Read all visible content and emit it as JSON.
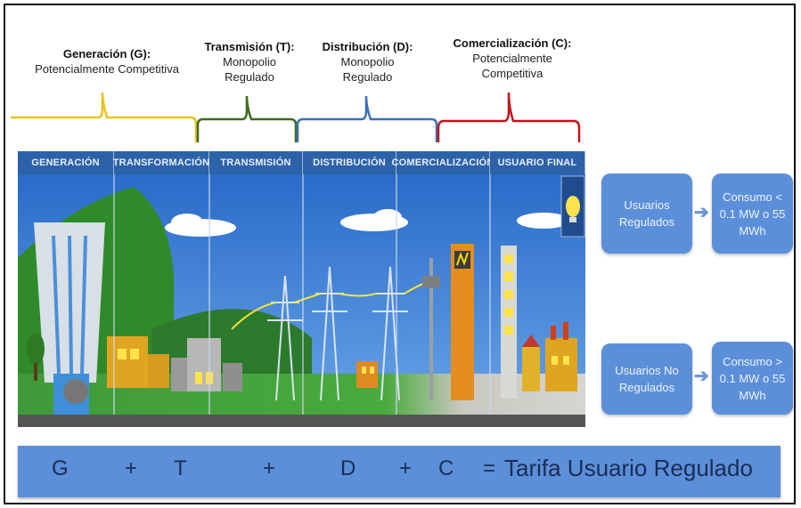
{
  "segments": [
    {
      "title": "Generación (G):",
      "subtitle": "Potencialmente Competitiva",
      "color": "#e8c31c"
    },
    {
      "title": "Transmisión (T):",
      "subtitle": "Monopolio Regulado",
      "color": "#3e6b1c"
    },
    {
      "title": "Distribución (D):",
      "subtitle": "Monopolio Regulado",
      "color": "#3d6fb8"
    },
    {
      "title": "Comercialización (C):",
      "subtitle": "Potencialmente Competitiva",
      "color": "#c0141c"
    }
  ],
  "stages": [
    "GENERACIÓN",
    "TRANSFORMACIÓN",
    "TRANSMISIÓN",
    "DISTRIBUCIÓN",
    "COMERCIALIZACIÓN",
    "USUARIO FINAL"
  ],
  "users": {
    "regulated": {
      "label": "Usuarios Regulados",
      "condition": "Consumo < 0.1 MW o 55 MWh"
    },
    "unregulated": {
      "label": "Usuarios No Regulados",
      "condition": "Consumo > 0.1 MW o 55 MWh"
    }
  },
  "formula": {
    "g": "G",
    "plus1": "+",
    "t": "T",
    "plus2": "+",
    "d": "D",
    "plus3": "+",
    "c": "C",
    "equals": "=",
    "result": "Tarifa Usuario Regulado"
  },
  "colors": {
    "box": "#5b8fd9",
    "header": "#2c62a8",
    "sky": "#3a7bd5"
  }
}
